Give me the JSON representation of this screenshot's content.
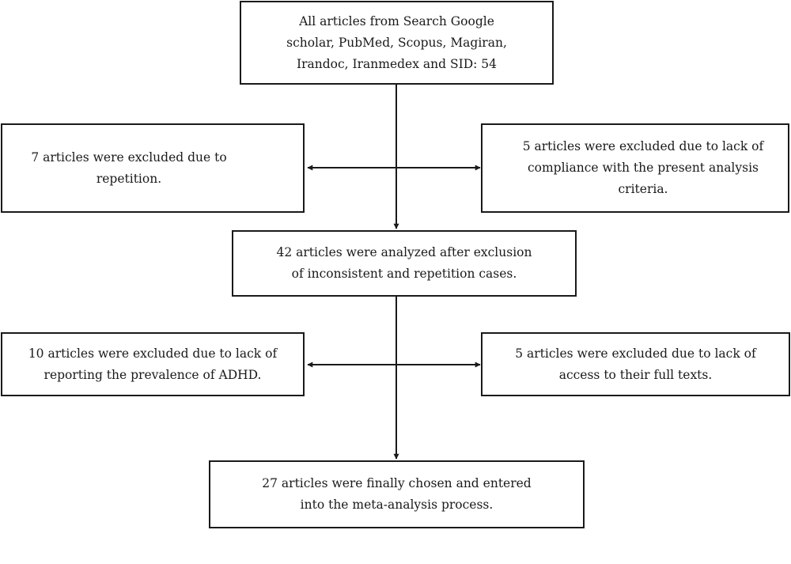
{
  "colors": {
    "stroke": "#1a1a1a",
    "background": "#ffffff"
  },
  "boxes": {
    "search": {
      "lines": [
        "All articles from Search Google",
        "scholar, PubMed, Scopus, Magiran,",
        "Irandoc, Iranmedex and SID: 54"
      ]
    },
    "excluded_repetition": {
      "lines": [
        "7 articles were excluded due to",
        "repetition."
      ]
    },
    "excluded_compliance": {
      "lines": [
        "5 articles were excluded due to lack of",
        "compliance with the present analysis",
        "criteria."
      ]
    },
    "analyzed": {
      "lines": [
        "42 articles were analyzed after exclusion",
        "of inconsistent and repetition cases."
      ]
    },
    "excluded_prevalence": {
      "lines": [
        "10 articles were excluded due to lack of",
        "reporting the prevalence of ADHD."
      ]
    },
    "excluded_access": {
      "lines": [
        "5 articles were excluded due to lack of",
        "access to their full texts."
      ]
    },
    "final": {
      "lines": [
        "27 articles were finally chosen and entered",
        "into the meta-analysis process."
      ]
    }
  }
}
